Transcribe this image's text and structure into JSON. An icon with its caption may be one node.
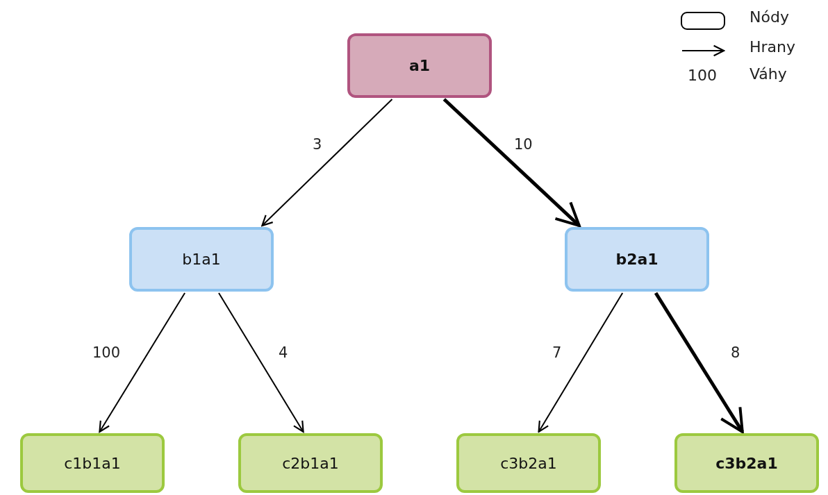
{
  "diagram": {
    "nodes": [
      {
        "text": [
          "a1"
        ]
      },
      {
        "text": [
          "b1a1"
        ]
      },
      {
        "text": [
          "b2a1"
        ]
      },
      {
        "text": [
          "c1b1a1"
        ]
      },
      {
        "text": [
          "c2b1a1"
        ]
      },
      {
        "text": [
          "c3b2a1"
        ]
      },
      {
        "text": [
          "c3b2a1"
        ]
      }
    ],
    "edges": [
      {
        "from": 0,
        "to": 1,
        "arrow": "to",
        "label": "3"
      },
      {
        "from": 0,
        "to": 2,
        "arrow": "to",
        "label": "10",
        "style": "thick"
      },
      {
        "from": 1,
        "to": 3,
        "arrow": "to",
        "label": "100"
      },
      {
        "from": 1,
        "to": 4,
        "arrow": "to",
        "label": "4"
      },
      {
        "from": 2,
        "to": 5,
        "arrow": "to",
        "label": "7"
      },
      {
        "from": 2,
        "to": 6,
        "arrow": "to",
        "label": "8",
        "style": "thick"
      }
    ],
    "labels": [
      "100"
    ],
    "legend": [
      {
        "text": "Nódy"
      },
      {
        "text": "Hrany"
      },
      {
        "text": "Váhy"
      }
    ]
  }
}
